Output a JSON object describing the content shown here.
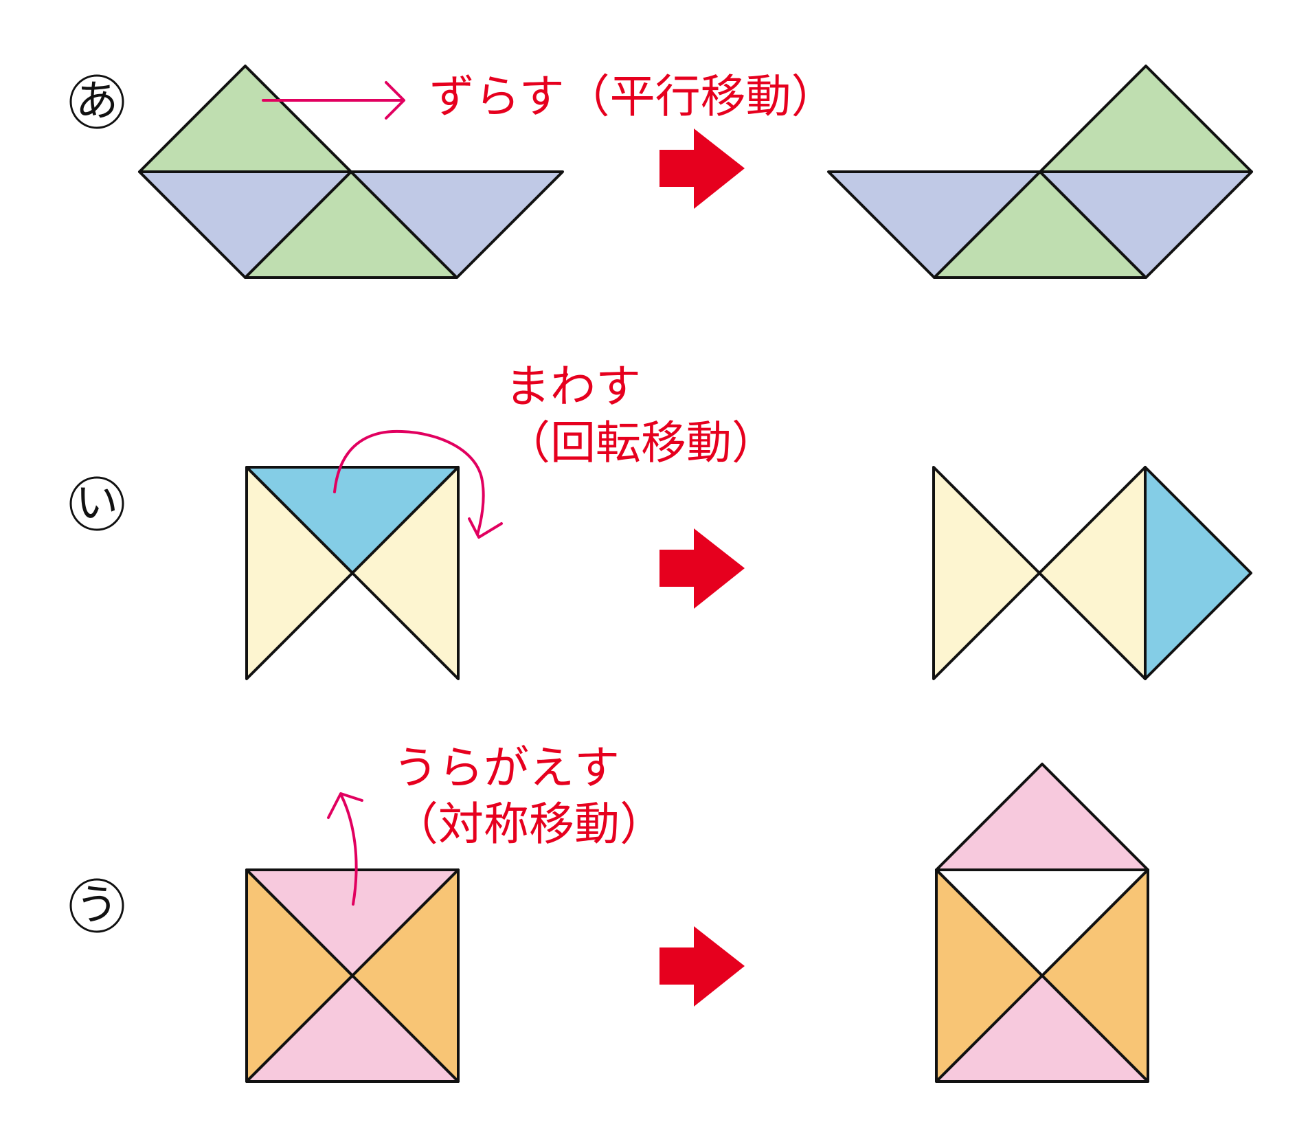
{
  "colors": {
    "green": "#bfdeb0",
    "blue_violet": "#c0c9e6",
    "sky_blue": "#84cde6",
    "cream": "#fdf5d0",
    "pink": "#f7c9dd",
    "orange": "#f8c575",
    "outline": "#111111",
    "annotation": "#e6001e",
    "arrow": "#e1005f"
  },
  "rows": [
    {
      "id": "a",
      "marker": "あ",
      "label_lines": [
        "ずらす（平行移動）"
      ],
      "motion": "slide"
    },
    {
      "id": "i",
      "marker": "い",
      "label_lines": [
        "まわす",
        "（回転移動）"
      ],
      "motion": "rotate"
    },
    {
      "id": "u",
      "marker": "う",
      "label_lines": [
        "うらがえす",
        "（対称移動）"
      ],
      "motion": "flip"
    }
  ]
}
